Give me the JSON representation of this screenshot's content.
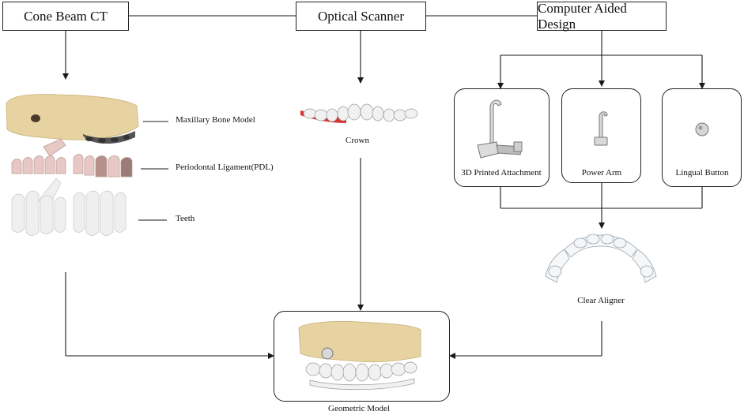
{
  "sources": {
    "cbct": "Cone Beam CT",
    "optical": "Optical Scanner",
    "cad": "Computer Aided Design"
  },
  "cbct_parts": {
    "bone": "Maxillary Bone Model",
    "pdl": "Periodontal Ligament(PDL)",
    "teeth": "Teeth"
  },
  "crown": "Crown",
  "cad_parts": {
    "attachment": "3D Printed Attachment",
    "power_arm": "Power Arm",
    "lingual_button": "Lingual Button"
  },
  "aligner": "Clear Aligner",
  "result": "Geometric Model",
  "colors": {
    "bone": "#e6d3a1",
    "pdl": "#e8c8c4",
    "tooth": "#efefef",
    "line": "#1a1a1a"
  }
}
